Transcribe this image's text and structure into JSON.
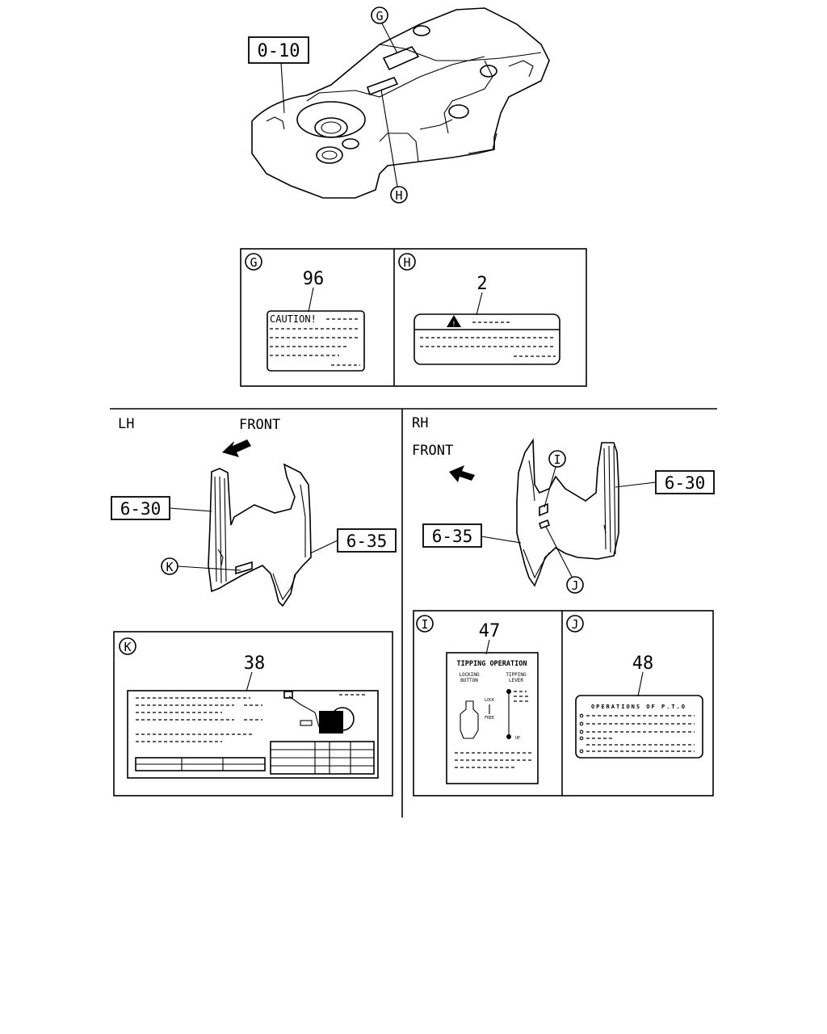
{
  "top_assembly": {
    "callout_main": "0-10",
    "callout_g": "G",
    "callout_h": "H"
  },
  "panel_g": {
    "letter": "G",
    "part_no": "96",
    "label_heading": "CAUTION!"
  },
  "panel_h": {
    "letter": "H",
    "part_no": "2"
  },
  "lh": {
    "side_label": "LH",
    "front_label": "FRONT",
    "callout_left": "6-30",
    "callout_right": "6-35",
    "callout_k": "K"
  },
  "rh": {
    "side_label": "RH",
    "front_label": "FRONT",
    "callout_left": "6-35",
    "callout_right": "6-30",
    "callout_i": "I",
    "callout_j": "J"
  },
  "panel_k": {
    "letter": "K",
    "part_no": "38"
  },
  "panel_i": {
    "letter": "I",
    "part_no": "47",
    "heading": "TIPPING OPERATION",
    "col1_line1": "LOCKING",
    "col1_line2": "BUTTON",
    "col2_line1": "TIPPING",
    "col2_line2": "LEVER",
    "lock": "LOCK",
    "free": "FREE",
    "up": "UP"
  },
  "panel_j": {
    "letter": "J",
    "part_no": "48",
    "heading": "OPERATIONS OF P.T.O"
  }
}
